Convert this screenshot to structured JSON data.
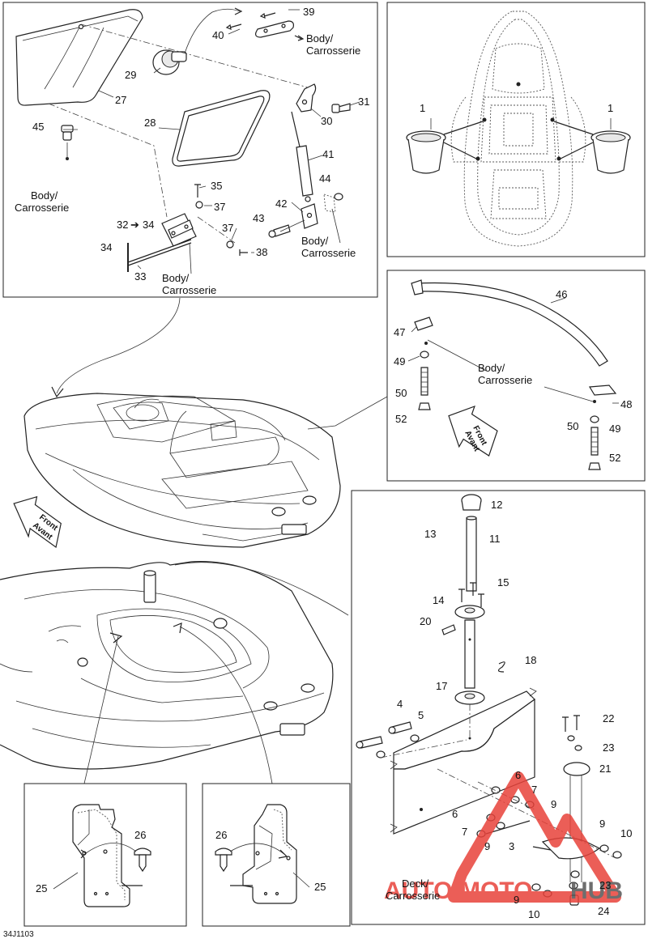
{
  "diagram_code": "34J1103",
  "watermark": {
    "text_a": "AUTO",
    "text_b": "MOTO",
    "text_c": "HUB",
    "color": "#e8423a",
    "color_dark": "#555555"
  },
  "front_arrow": {
    "line1": "Front",
    "line2": "Avant"
  },
  "body_line1": "Body/",
  "body_line2": "Carrosserie",
  "deck_line1": "Deck/",
  "deck_line2": "Carrosserie",
  "callouts": {
    "n1": "1",
    "n3": "3",
    "n4": "4",
    "n5": "5",
    "n6": "6",
    "n7": "7",
    "n9": "9",
    "n10": "10",
    "n11": "11",
    "n12": "12",
    "n13": "13",
    "n14": "14",
    "n15": "15",
    "n17": "17",
    "n18": "18",
    "n20": "20",
    "n21": "21",
    "n22": "22",
    "n23": "23",
    "n24": "24",
    "n25": "25",
    "n26": "26",
    "n27": "27",
    "n28": "28",
    "n29": "29",
    "n30": "30",
    "n31": "31",
    "n32": "32",
    "n33": "33",
    "n34": "34",
    "n35": "35",
    "n37": "37",
    "n38": "38",
    "n39": "39",
    "n40": "40",
    "n41": "41",
    "n42": "42",
    "n43": "43",
    "n44": "44",
    "n45": "45",
    "n46": "46",
    "n47": "47",
    "n48": "48",
    "n49": "49",
    "n50": "50",
    "n52": "52"
  },
  "arrow_glyph": "➔"
}
